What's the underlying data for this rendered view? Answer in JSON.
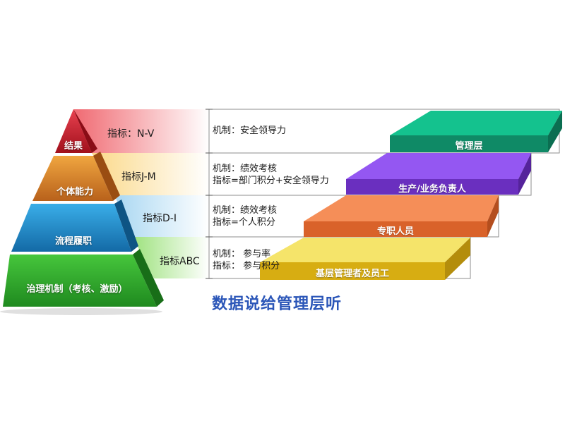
{
  "pyramid": {
    "levels": [
      {
        "label": "结果",
        "color": "#c0182a"
      },
      {
        "label": "个体能力",
        "color": "#d9822b"
      },
      {
        "label": "流程履职",
        "color": "#1f8fd0"
      },
      {
        "label": "治理机制（考核、激励）",
        "color": "#2aa82a"
      }
    ]
  },
  "indicators": [
    {
      "label": "指标：N-V",
      "color": "#f5a3a8"
    },
    {
      "label": "指标J-M",
      "color": "#fbe2a6"
    },
    {
      "label": "指标D-I",
      "color": "#b8def3"
    },
    {
      "label": "指标ABC",
      "color": "#bfe9a8"
    }
  ],
  "mechanisms": [
    {
      "line1": "机制：安全领导力",
      "line2": ""
    },
    {
      "line1": "机制：绩效考核",
      "line2": "指标=部门积分+安全领导力"
    },
    {
      "line1": "机制：绩效考核",
      "line2": "指标=个人积分"
    },
    {
      "line1": "机制：  参与率",
      "line2": "指标：  参与积分"
    }
  ],
  "bars": [
    {
      "label": "管理层",
      "color": "#1aa07a"
    },
    {
      "label": "生产/业务负责人",
      "color": "#7b3fd0"
    },
    {
      "label": "专职人员",
      "color": "#f07a40"
    },
    {
      "label": "基层管理者及员工",
      "color": "#e8c62a"
    }
  ],
  "caption": "数据说给管理层听"
}
